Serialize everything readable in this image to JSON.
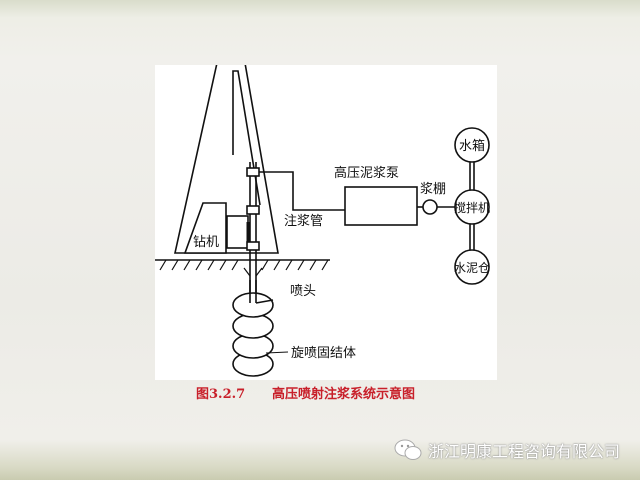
{
  "diagram": {
    "labels": {
      "pump": "高压泥浆泵",
      "slurry_shed": "浆棚",
      "grout_pipe": "注浆管",
      "drill_rig": "钻机",
      "nozzle": "喷头",
      "jet_body": "旋喷固结体",
      "water_tank": "水箱",
      "mixer": "搅拌机",
      "cement_silo": "水泥仓"
    }
  },
  "caption": {
    "number": "图3.2.7",
    "title": "高压喷射注浆系统示意图",
    "color": "#c8202a"
  },
  "watermark": {
    "icon": "wechat-icon",
    "text": "浙江明康工程咨询有限公司"
  }
}
